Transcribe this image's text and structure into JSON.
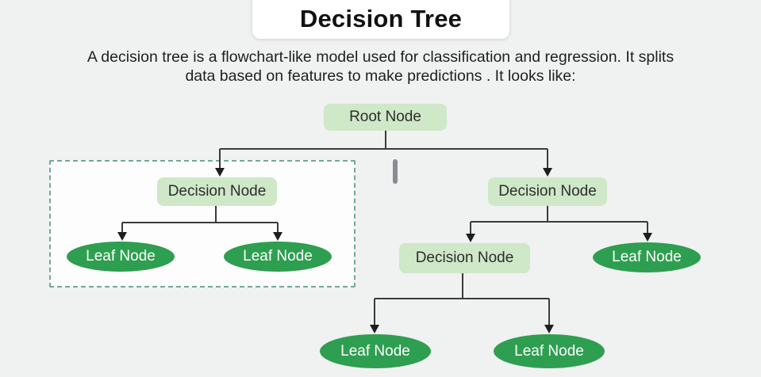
{
  "title": "Decision Tree",
  "description": {
    "line1": "A decision tree is a flowchart-like model used for classification and regression. It splits",
    "line2": "data based on features to make predictions . It looks like:"
  },
  "nodes": {
    "root": {
      "label": "Root Node",
      "type": "root"
    },
    "decision_left": {
      "label": "Decision Node",
      "type": "decision"
    },
    "decision_right": {
      "label": "Decision Node",
      "type": "decision"
    },
    "decision_mid": {
      "label": "Decision Node",
      "type": "decision"
    },
    "leaf_left_1": {
      "label": "Leaf Node",
      "type": "leaf"
    },
    "leaf_left_2": {
      "label": "Leaf Node",
      "type": "leaf"
    },
    "leaf_right": {
      "label": "Leaf Node",
      "type": "leaf"
    },
    "leaf_bottom_1": {
      "label": "Leaf Node",
      "type": "leaf"
    },
    "leaf_bottom_2": {
      "label": "Leaf Node",
      "type": "leaf"
    }
  },
  "colors": {
    "background": "#f0f1f1",
    "node_fill": "#cee8c8",
    "node_text": "#2d2d2d",
    "leaf_fill": "#2e9e50",
    "leaf_text": "#ffffff",
    "connector": "#3b3b3b",
    "arrowhead": "#1e1e1e",
    "dashed_border": "#72a993",
    "dashed_fill": "#fdfdfd",
    "cursor_bar": "#8b8b94",
    "title_text": "#111111",
    "body_text": "#1f1f1f"
  }
}
